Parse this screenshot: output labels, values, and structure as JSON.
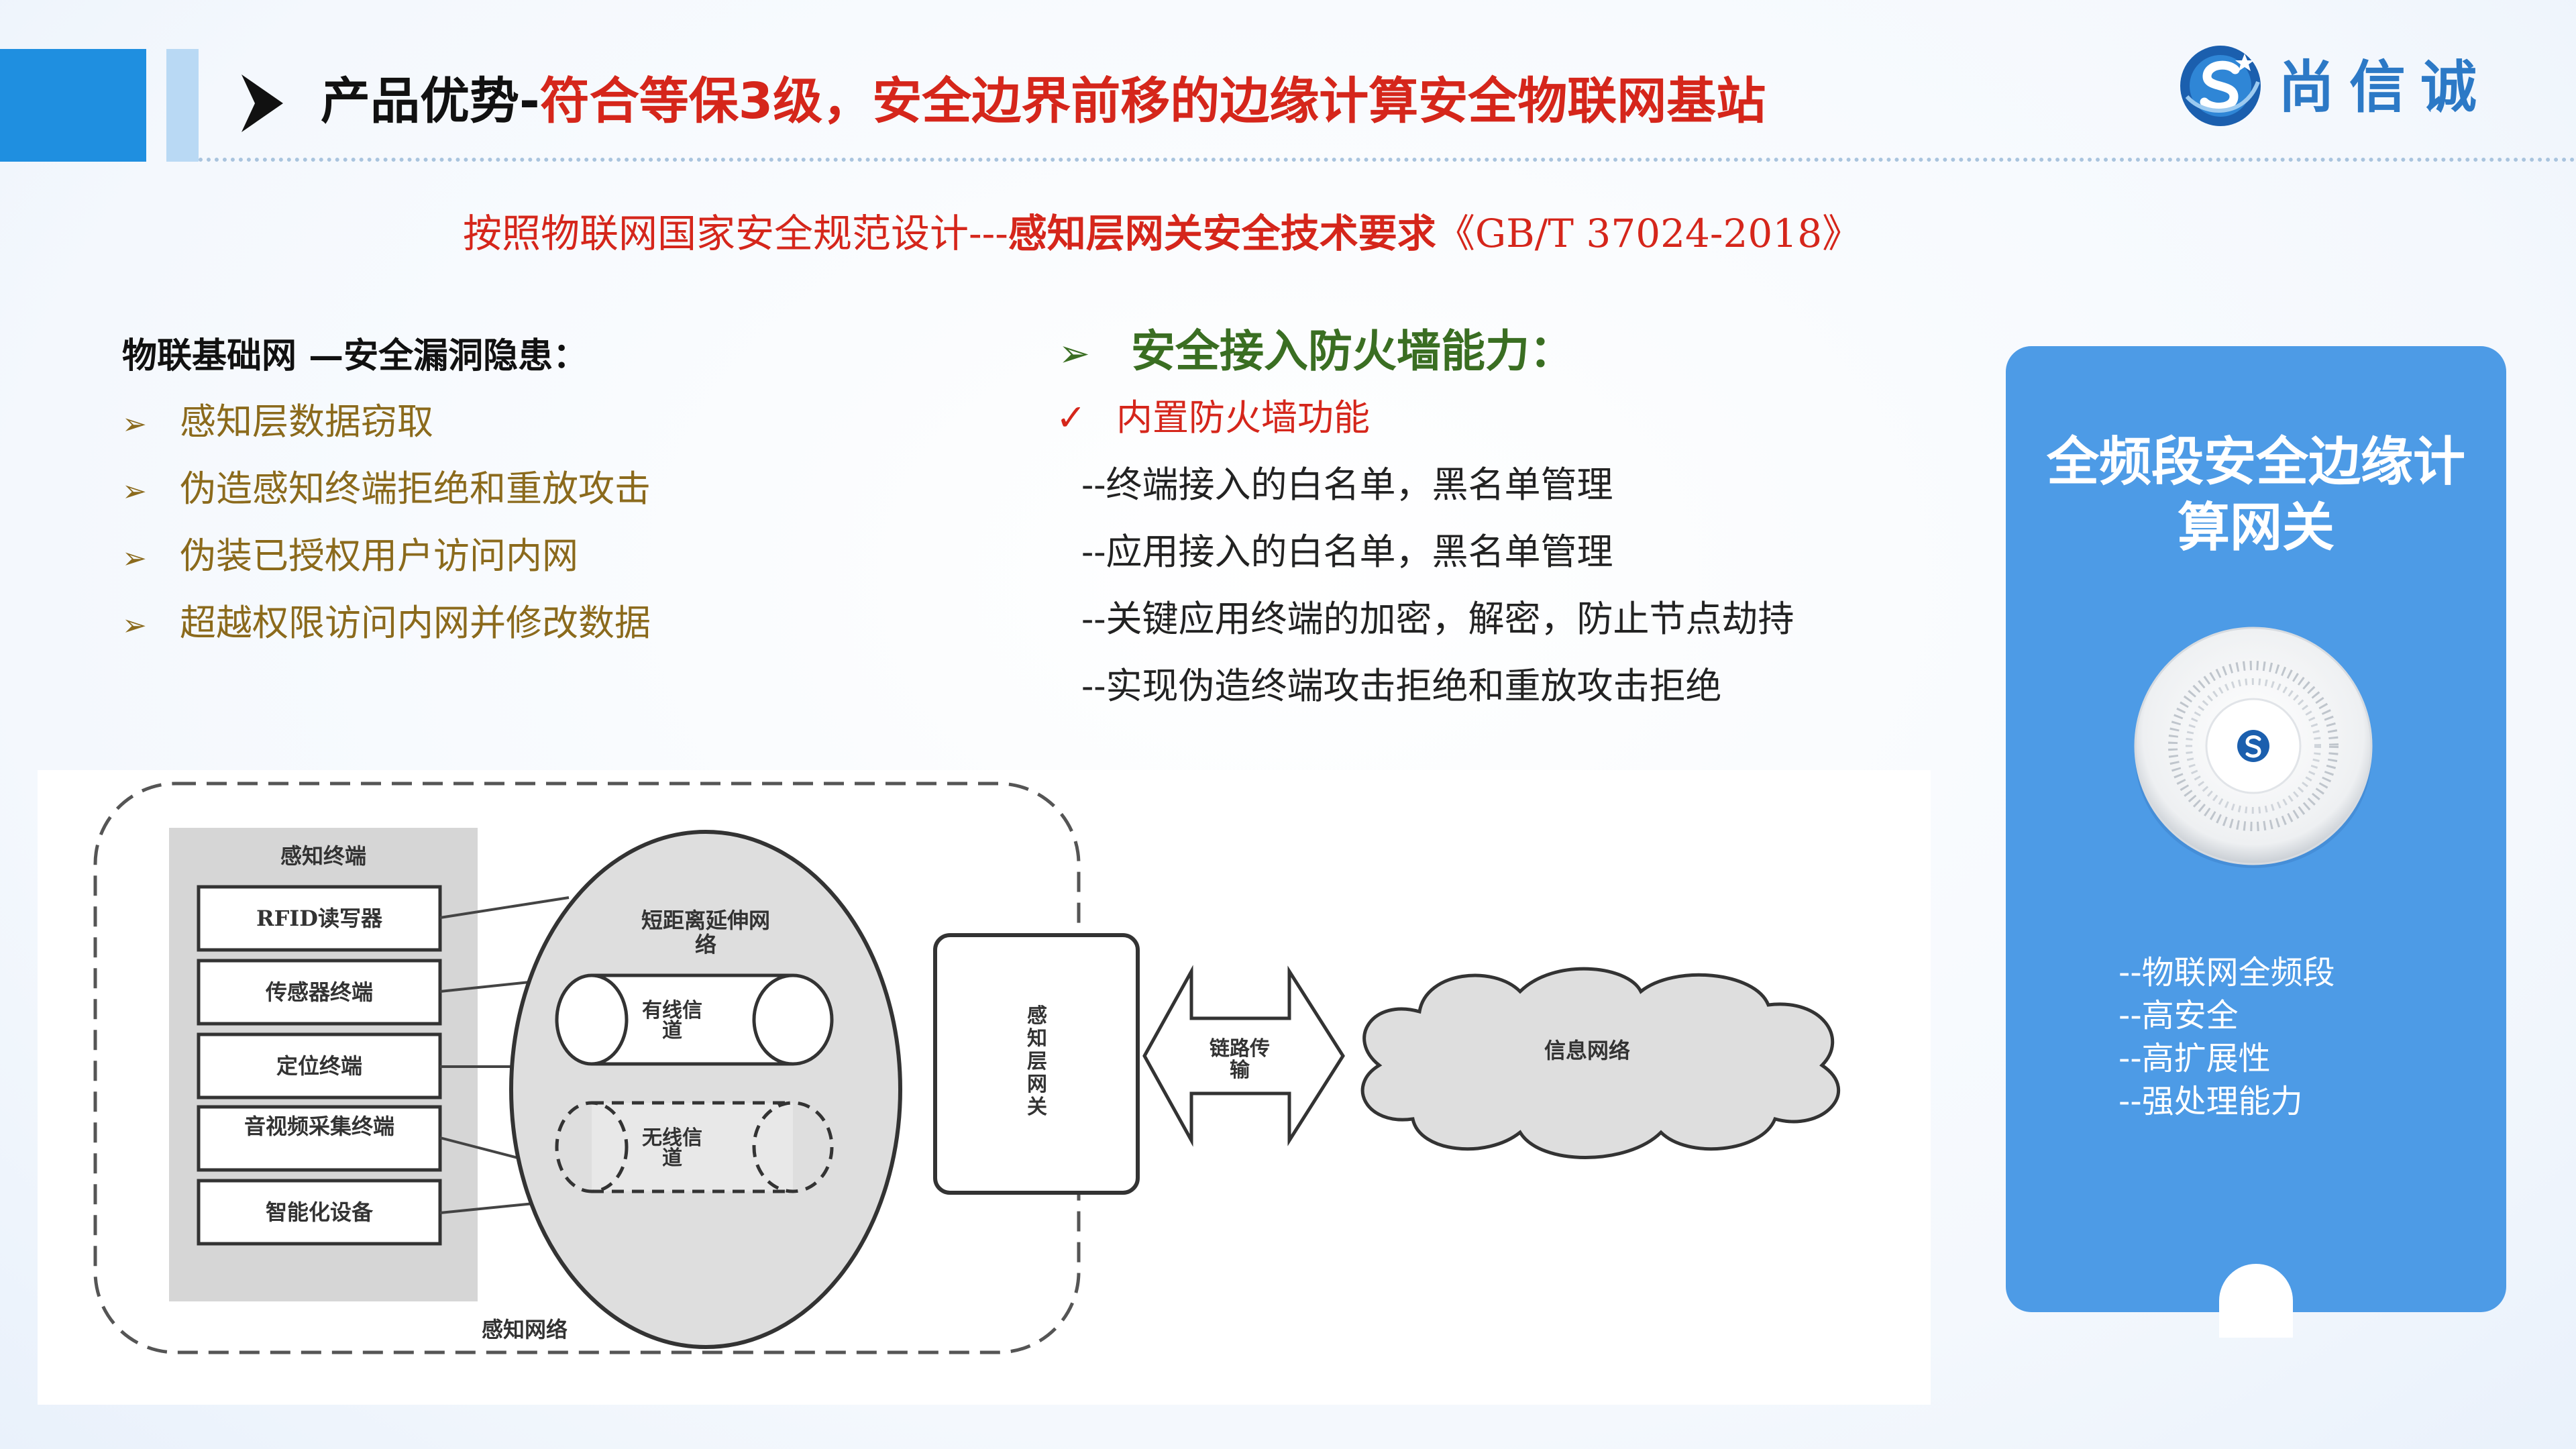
{
  "header": {
    "title_prefix": "产品优势-",
    "title_highlight": "符合等保3级，安全边界前移的边缘计算安全物联网基站",
    "logo_text": "尚信诚",
    "accent_color": "#1f8fe0",
    "highlight_color": "#d5261b"
  },
  "subtitle": {
    "part1": "按照物联网国家安全规范设计---",
    "part2": "感知层网关安全技术要求",
    "part3": "《GB/T 37024-2018》"
  },
  "left": {
    "heading": "物联基础网 —安全漏洞隐患：",
    "items": [
      "感知层数据窃取",
      "伪造感知终端拒绝和重放攻击",
      "伪装已授权用户访问内网",
      "超越权限访问内网并修改数据"
    ]
  },
  "middle": {
    "heading": "安全接入防火墙能力：",
    "check_item": "内置防火墙功能",
    "items": [
      "--终端接入的白名单，黑名单管理",
      "--应用接入的白名单，黑名单管理",
      "--关键应用终端的加密，解密，防止节点劫持",
      "--实现伪造终端攻击拒绝和重放攻击拒绝"
    ]
  },
  "diagram": {
    "terminal_group_label": "感知终端",
    "terminals": [
      "RFID读写器",
      "传感器终端",
      "定位终端",
      "音视频采集终端",
      "智能化设备"
    ],
    "short_range_label": "短距离延伸网络",
    "wired_label": "有线信道",
    "wireless_label": "无线信道",
    "gateway_label": "感知层网关",
    "link_label": "链路传输",
    "cloud_label": "信息网络",
    "network_label": "感知网络"
  },
  "card": {
    "title": "全频段安全边缘计算网关",
    "features": [
      "--物联网全频段",
      "--高安全",
      "--高扩展性",
      "--强处理能力"
    ],
    "background": "#4d9be6"
  }
}
